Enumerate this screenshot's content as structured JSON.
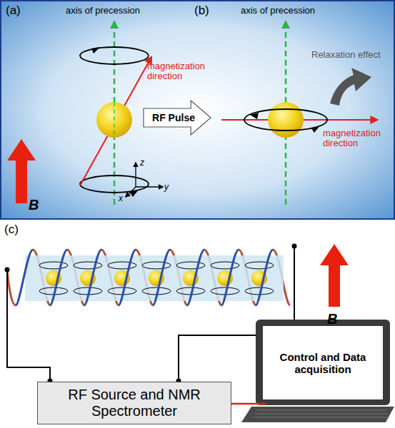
{
  "diagram": {
    "nodes": [
      {
        "text": [
          "RF Pulse"
        ]
      },
      {
        "text": [
          "RF Source and NMR Spectrometer"
        ]
      },
      {
        "text": [
          "Control and Data acquisition"
        ]
      }
    ],
    "edges": [
      {
        "from": 1,
        "to": 2,
        "arrow": "none"
      }
    ],
    "labels": [
      "(a)",
      "axis of precession",
      "magnetization direction",
      "B",
      "(b)",
      "axis of precession",
      "Relaxation effect",
      "magnetization direction",
      "z",
      "x",
      "y",
      "(c)",
      "B"
    ]
  }
}
